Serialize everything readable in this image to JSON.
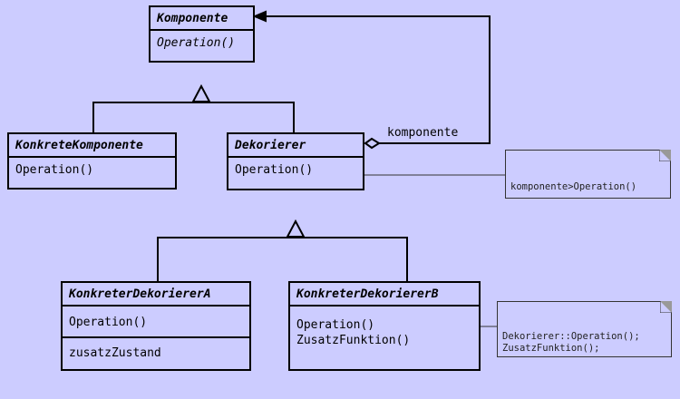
{
  "classes": {
    "komponente": {
      "name": "Komponente",
      "operations": [
        "Operation()"
      ]
    },
    "konkrete_komponente": {
      "name": "KonkreteKomponente",
      "operations": [
        "Operation()"
      ]
    },
    "dekorierer": {
      "name": "Dekorierer",
      "operations": [
        "Operation()"
      ]
    },
    "dekorierer_a": {
      "name": "KonkreterDekoriererA",
      "operations": [
        "Operation()"
      ],
      "attributes": [
        "zusatzZustand"
      ]
    },
    "dekorierer_b": {
      "name": "KonkreterDekoriererB",
      "operations": [
        "Operation()",
        "ZusatzFunktion()"
      ]
    }
  },
  "association_label": "komponente",
  "notes": {
    "dekorierer_note": [
      "komponente>Operation()"
    ],
    "dekorierer_b_note": [
      "Dekorierer::Operation();",
      "ZusatzFunktion();"
    ]
  },
  "colors": {
    "background": "#ccccff",
    "line": "#000000"
  }
}
